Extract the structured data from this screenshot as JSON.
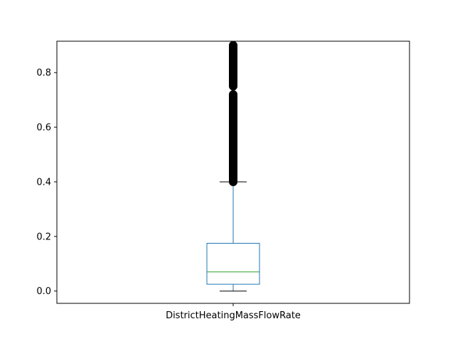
{
  "chart_data": {
    "type": "box",
    "categories": [
      "DistrictHeatingMassFlowRate"
    ],
    "series": [
      {
        "whisker_low": 0.0,
        "q1": 0.025,
        "median": 0.07,
        "q3": 0.175,
        "whisker_high": 0.4,
        "outlier_ranges": [
          [
            0.4,
            0.72
          ],
          [
            0.75,
            0.9
          ]
        ]
      }
    ],
    "yticks": [
      "0.0",
      "0.2",
      "0.4",
      "0.6",
      "0.8"
    ],
    "ylim": [
      -0.045,
      0.915
    ],
    "grid": false,
    "colors": {
      "box": "#1f77b4",
      "median": "#2ca02c",
      "whisker": "#1f77b4",
      "cap": "#000000",
      "outlier": "#000000"
    }
  }
}
